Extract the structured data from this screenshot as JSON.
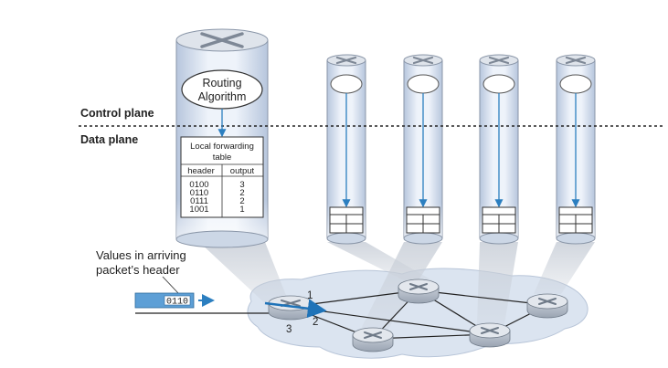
{
  "labels": {
    "control_plane": "Control plane",
    "data_plane": "Data plane",
    "routing_algorithm_line1": "Routing",
    "routing_algorithm_line2": "Algorithm",
    "arriving_line1": "Values in arriving",
    "arriving_line2": "packet’s header",
    "packet_header_value": "0110"
  },
  "forwarding_table": {
    "title_line1": "Local forwarding",
    "title_line2": "table",
    "headers": [
      "header",
      "output"
    ],
    "rows": [
      {
        "header": "0100",
        "output": "3"
      },
      {
        "header": "0110",
        "output": "2"
      },
      {
        "header": "0111",
        "output": "2"
      },
      {
        "header": "1001",
        "output": "1"
      }
    ]
  },
  "port_numbers": [
    "1",
    "2",
    "3"
  ],
  "colors": {
    "cylinder_fill": "#cfd9ea",
    "cylinder_stroke": "#8a96a8",
    "arrow_blue": "#2c7fc0",
    "cloud_fill": "#dbe4f0",
    "router_top": "#e3e7ed",
    "router_side": "#b4bcc8",
    "packet_fill": "#5d9fd6"
  },
  "icons": [
    "router-icon",
    "blank-circle-icon",
    "small-table-icon",
    "packet-icon",
    "right-arrow-icon"
  ]
}
